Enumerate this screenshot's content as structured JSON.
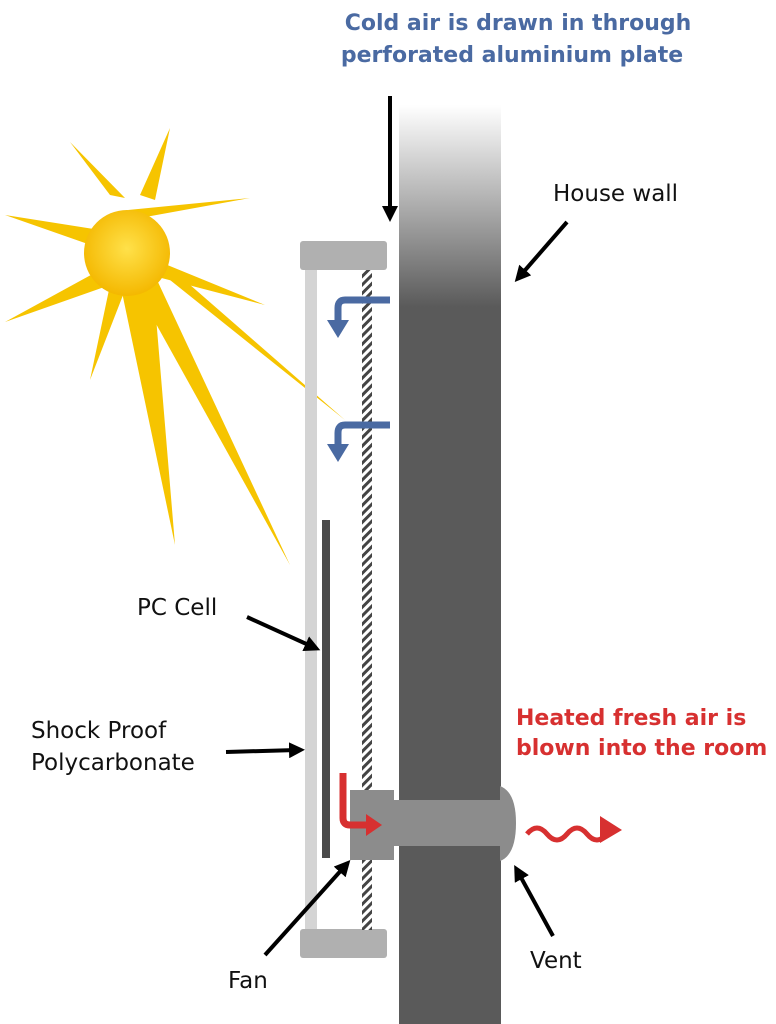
{
  "labels": {
    "cold_air_line1": "Cold air is drawn in through",
    "cold_air_line2": "perforated aluminium plate",
    "house_wall": "House wall",
    "pc_cell": "PC Cell",
    "shock_proof_line1": "Shock Proof",
    "shock_proof_line2": "Polycarbonate",
    "heated_line1": "Heated fresh air is",
    "heated_line2": "blown into the room",
    "fan": "Fan",
    "vent": "Vent"
  },
  "colors": {
    "cold_air": "#4a6aa2",
    "heated_air": "#d73030",
    "sun": "#f6c400",
    "wall": "#5a5a5a",
    "frame": "#b0b0b0"
  },
  "icons": {
    "sun": "sun-icon"
  }
}
